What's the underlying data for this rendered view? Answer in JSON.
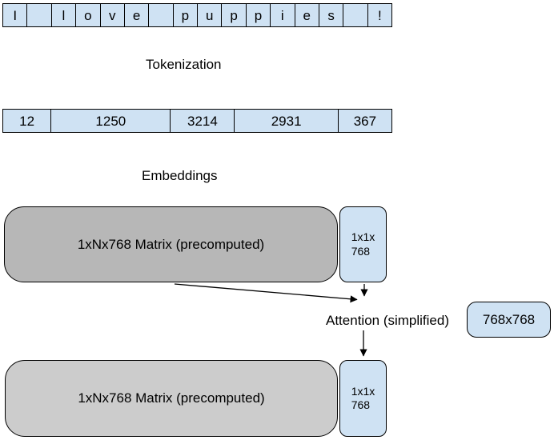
{
  "token_row": {
    "cells": [
      "I",
      "",
      "l",
      "o",
      "v",
      "e",
      "",
      "p",
      "u",
      "p",
      "p",
      "i",
      "e",
      "s",
      "",
      "!"
    ]
  },
  "labels": {
    "tokenization": "Tokenization",
    "embeddings": "Embeddings",
    "attention": "Attention (simplified)"
  },
  "id_row": {
    "cells": [
      "12",
      "1250",
      "3214",
      "2931",
      "367"
    ]
  },
  "matrices": {
    "top_label": "1xNx768 Matrix (precomputed)",
    "bottom_label": "1xNx768 Matrix (precomputed)",
    "vector_top": {
      "line1": "1x1x",
      "line2": "768"
    },
    "vector_bottom": {
      "line1": "1x1x",
      "line2": "768"
    },
    "attention_matrix_label": "768x768"
  },
  "colors": {
    "cell_blue": "#cfe2f3",
    "matrix_gray_dark": "#b7b7b7",
    "matrix_gray_light": "#cccccc",
    "border_black": "#000000"
  }
}
